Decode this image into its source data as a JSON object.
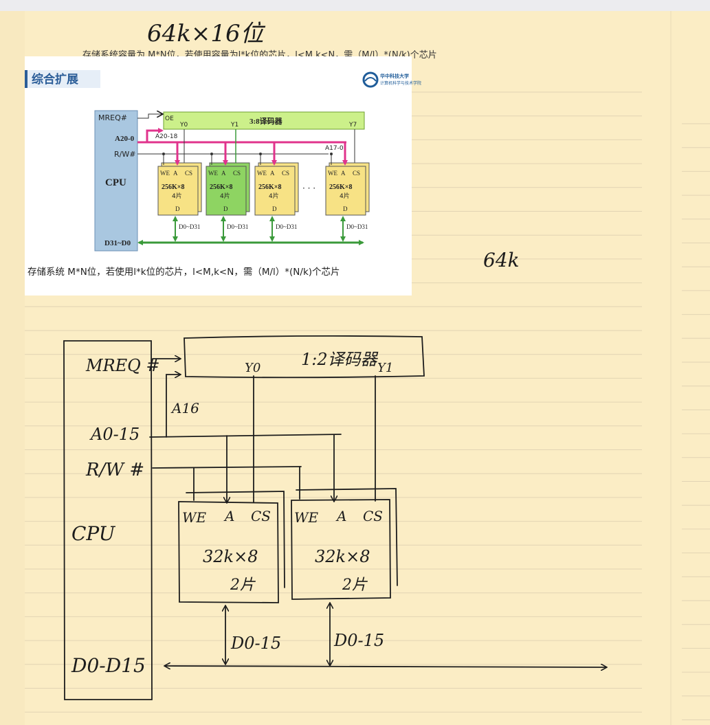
{
  "header": {
    "handwritten_title": "64k×16位",
    "side_note": "64k"
  },
  "slide": {
    "cropped_caption": "存储系统容量为 M*N位，若使用容量为l*k位的芯片，l<M,k<N，需（M/l）*(N/k)个芯片",
    "section_title": "综合扩展",
    "logo_line1": "华中科技大学",
    "logo_line2": "计算机科学与技术学院",
    "cpu": {
      "label": "CPU",
      "mreq": "MREQ#",
      "addr": "A20-0",
      "rw": "R/W#",
      "data": "D31~D0"
    },
    "decoder": {
      "label": "3:8译码器",
      "oe": "OE",
      "y0": "Y0",
      "y1": "Y1",
      "y7": "Y7",
      "addr_in": "A20-18",
      "addr_low": "A17-0"
    },
    "chip_pins": [
      "WE",
      "A",
      "CS"
    ],
    "chip_label": "256K×8",
    "chip_count": "4片",
    "chip_d": "D",
    "bus_label": "D0~D31",
    "ellipsis": "· · ·",
    "caption": "存储系统 M*N位，若使用l*k位的芯片，l<M,k<N，需（M/l）*(N/k)个芯片"
  },
  "sketch": {
    "cpu_label": "CPU",
    "mreq": "MREQ #",
    "addr": "A0-15",
    "rw": "R/W #",
    "data": "D0-D15",
    "decoder_label": "1:2译码器",
    "y0": "Y0",
    "y1": "Y1",
    "a16": "A16",
    "chip_pins": [
      "WE",
      "A",
      "CS"
    ],
    "chip_label": "32k×8",
    "chip_count": "2片",
    "bus_label": "D0-15"
  },
  "colors": {
    "paper": "#fbedc5",
    "rule_line": "#e2d4b4",
    "cpu_box": "#a9c7e0",
    "decoder": "#ccf08a",
    "chip_yellow": "#f7e285",
    "chip_green": "#8ed462",
    "magenta": "#e0338c",
    "bus_green": "#3a9a3a",
    "ink": "#1c1c1c",
    "slide_title": "#2b5d98"
  }
}
